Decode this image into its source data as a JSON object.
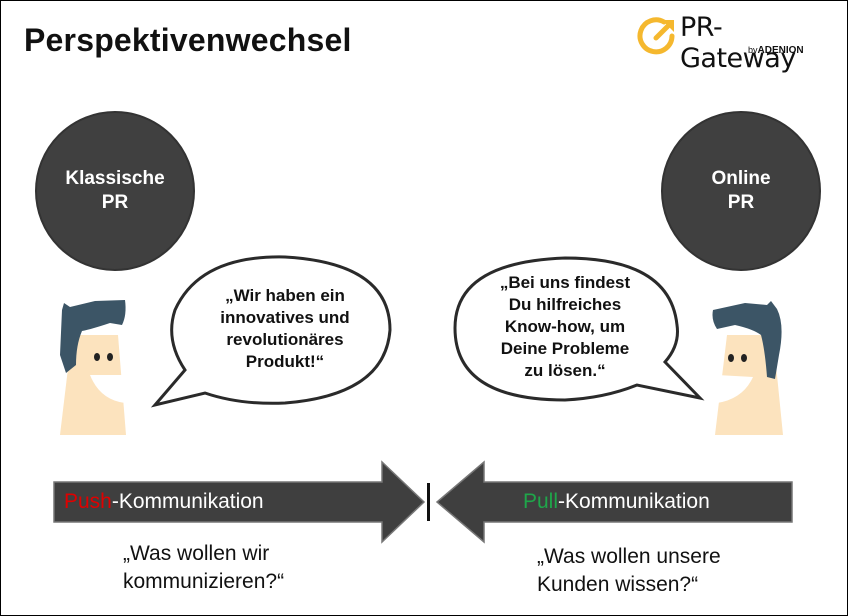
{
  "slide": {
    "title": "Perspektivenwechsel"
  },
  "logo": {
    "name": "PR-Gateway",
    "by": "by",
    "company": "ADENION",
    "icon": "arrow-circle-icon",
    "colors": {
      "icon": "#F5B82E",
      "accent": "#E3312D"
    }
  },
  "left": {
    "circle_line1": "Klassische",
    "circle_line2": "PR",
    "speech": [
      "„Wir haben ein",
      "innovatives und",
      "revolutionäres",
      "Produkt!“"
    ],
    "arrow_highlight": "Push",
    "arrow_rest": "-Kommunikation",
    "arrow_highlight_color": "#E00000",
    "question_line1": "„Was wollen wir",
    "question_line2": "kommunizieren?“"
  },
  "right": {
    "circle_line1": "Online",
    "circle_line2": "PR",
    "speech": [
      "„Bei uns findest",
      "Du hilfreiches",
      "Know-how, um",
      "Deine Probleme",
      "zu lösen.“"
    ],
    "arrow_highlight": "Pull",
    "arrow_rest": "-Kommunikation",
    "arrow_highlight_color": "#1FA64A",
    "question_line1": "„Was wollen unsere",
    "question_line2": "Kunden wissen?“"
  },
  "colors": {
    "circle": "#404040",
    "arrow": "#3F3F3F",
    "hair": "#3C5566",
    "skin": "#FCE3BE"
  }
}
